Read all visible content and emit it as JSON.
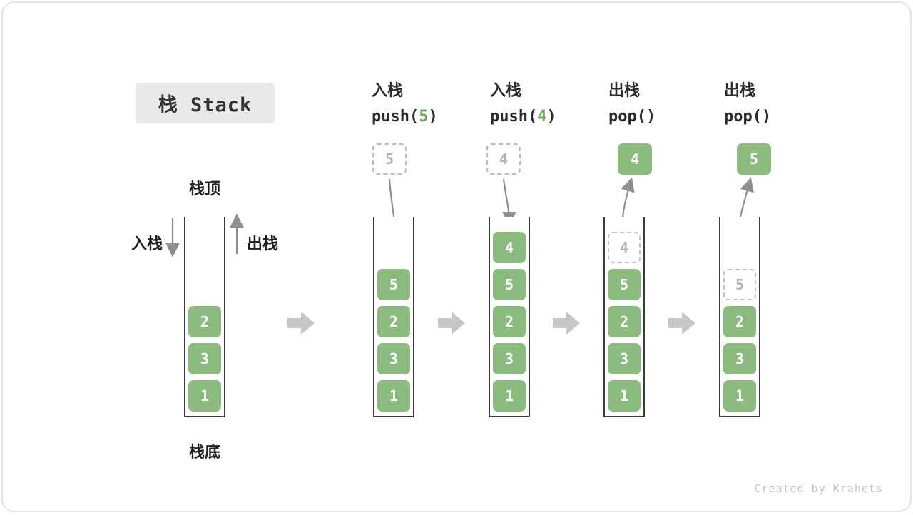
{
  "title": "栈 Stack",
  "watermark": "Created by Krahets",
  "colors": {
    "cell_green": "#8cbb7f",
    "code_green": "#74a85e",
    "arrow_gray": "#c6c6c6",
    "title_bg": "#e9e9e9",
    "border_dark": "#3a3a3a"
  },
  "first_stack": {
    "top_label": "栈顶",
    "bottom_label": "栈底",
    "push_label": "入栈",
    "pop_label": "出栈",
    "cells": [
      "2",
      "3",
      "1"
    ]
  },
  "steps": [
    {
      "op_action": "入栈",
      "op_code_pre": "push(",
      "op_code_arg": "5",
      "op_code_post": ")",
      "float_value": "5",
      "float_style": "dashed",
      "cells": [
        "5",
        "2",
        "3",
        "1"
      ]
    },
    {
      "op_action": "入栈",
      "op_code_pre": "push(",
      "op_code_arg": "4",
      "op_code_post": ")",
      "float_value": "4",
      "float_style": "dashed",
      "cells": [
        "4",
        "5",
        "2",
        "3",
        "1"
      ]
    },
    {
      "op_action": "出栈",
      "op_code_pre": "pop(",
      "op_code_arg": "",
      "op_code_post": ")",
      "float_value": "4",
      "float_style": "solid",
      "ghost_value": "4",
      "cells": [
        "5",
        "2",
        "3",
        "1"
      ]
    },
    {
      "op_action": "出栈",
      "op_code_pre": "pop(",
      "op_code_arg": "",
      "op_code_post": ")",
      "float_value": "5",
      "float_style": "solid",
      "ghost_value": "5",
      "cells": [
        "2",
        "3",
        "1"
      ]
    }
  ]
}
